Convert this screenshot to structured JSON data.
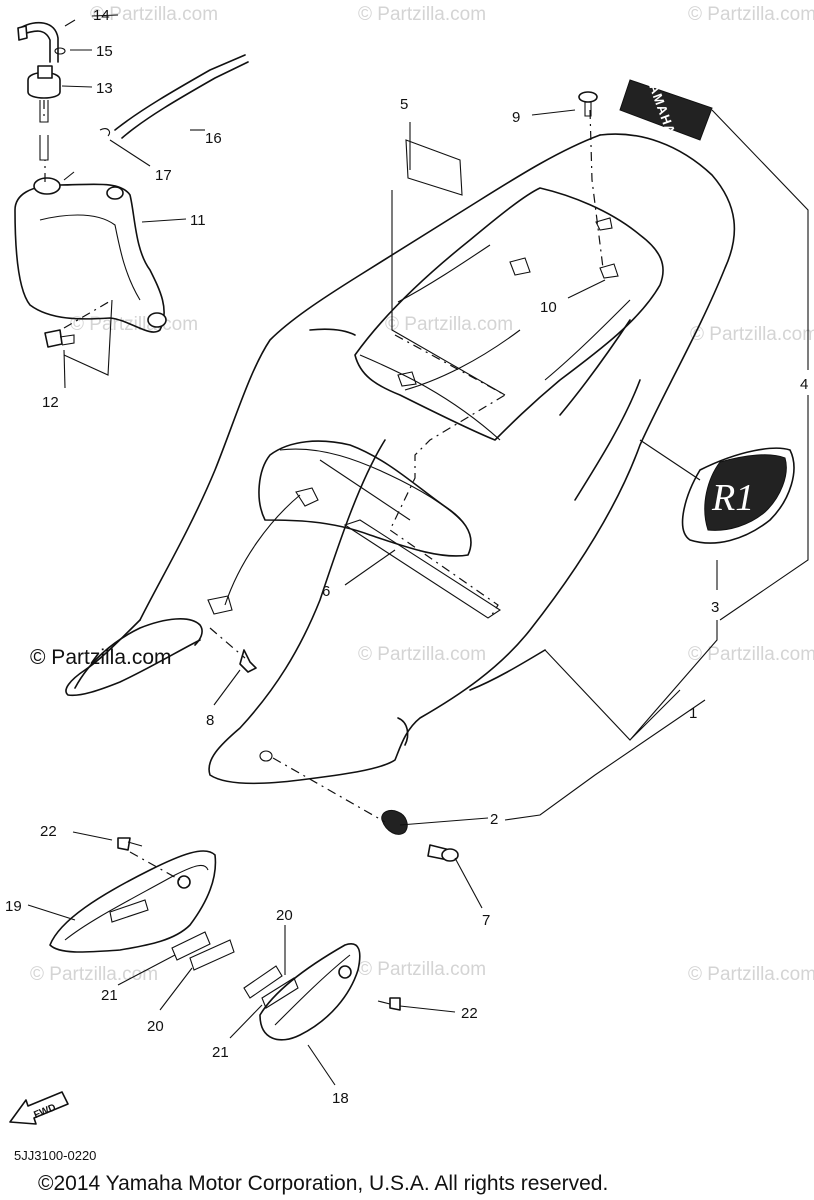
{
  "watermark": "© Partzilla.com",
  "callouts": {
    "c1": "1",
    "c2": "2",
    "c3": "3",
    "c4": "4",
    "c5": "5",
    "c6": "6",
    "c7": "7",
    "c8": "8",
    "c9": "9",
    "c10": "10",
    "c11": "11",
    "c12": "12",
    "c13": "13",
    "c14": "14",
    "c15": "15",
    "c16": "16",
    "c17": "17",
    "c18": "18",
    "c19": "19",
    "c20a": "20",
    "c20b": "20",
    "c21a": "21",
    "c21b": "21",
    "c22a": "22",
    "c22b": "22"
  },
  "decal_yamaha": "YAMAHA",
  "decal_r1": "R1",
  "fwd_marker": "FWD",
  "diagram_code": "5JJ3100-0220",
  "copyright": "©2014 Yamaha Motor Corporation, U.S.A. All rights reserved."
}
